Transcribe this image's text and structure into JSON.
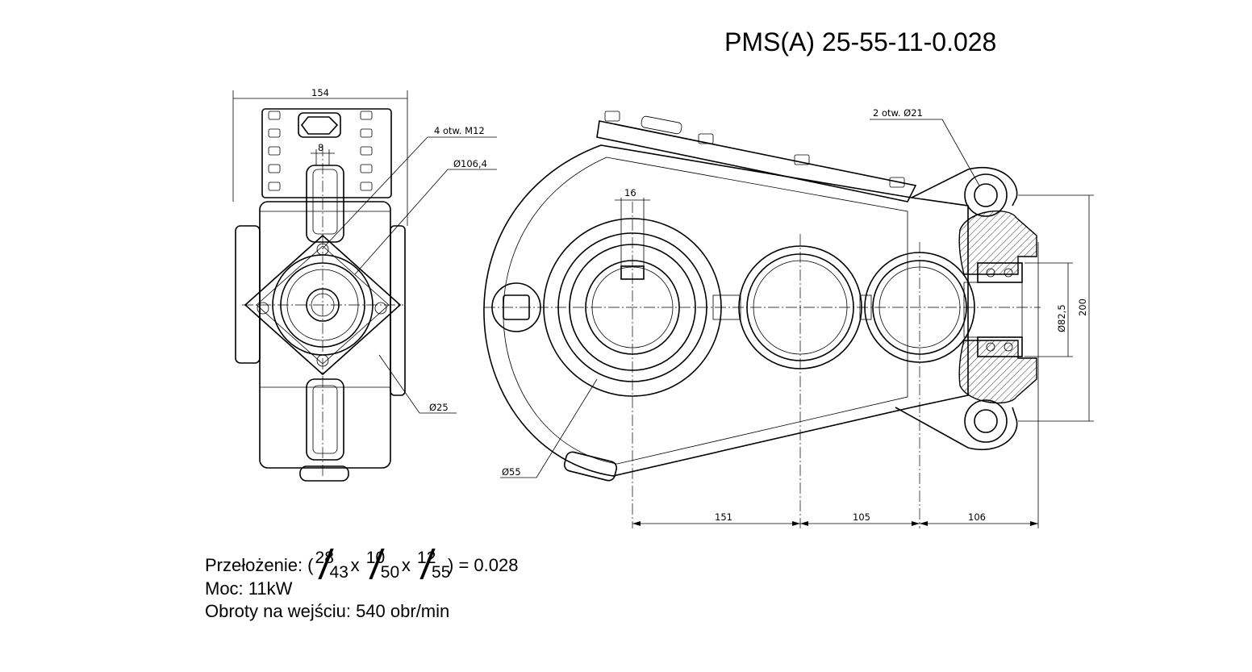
{
  "title": "PMS(A) 25-55-11-0.028",
  "dimensions": {
    "width_154": "154",
    "width_8": "8",
    "holes_m12": "4 otw. M12",
    "dia_106": "Ø106,4",
    "dia_25": "Ø25",
    "dia_55": "Ø55",
    "key_16": "16",
    "holes_21": "2 otw. Ø21",
    "dia_82": "Ø82,5",
    "height_200": "200",
    "dist_151": "151",
    "dist_105": "105",
    "dist_106": "106"
  },
  "ratio": {
    "label": "Przełożenie: (",
    "f1_num": "28",
    "f1_den": "43",
    "x1": "x",
    "f2_num": "10",
    "f2_den": "50",
    "x2": "x",
    "f3_num": "12",
    "f3_den": "55",
    "result": ") = 0.028"
  },
  "power": "Moc: 11kW",
  "input_speed": "Obroty na wejściu: 540 obr/min"
}
